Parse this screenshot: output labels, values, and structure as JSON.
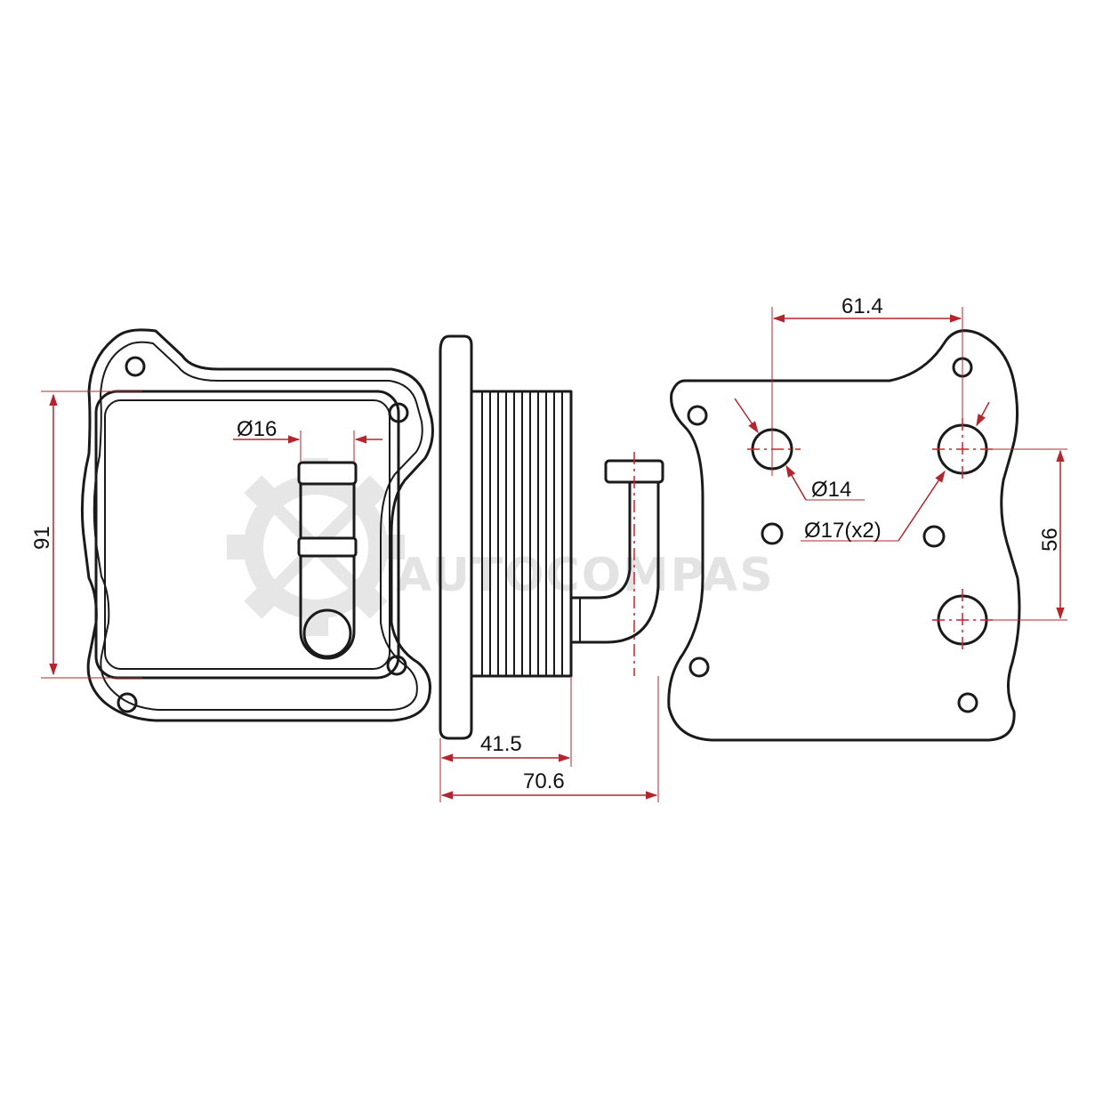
{
  "colors": {
    "outline": "#1a1a1a",
    "dimension": "#b3262d",
    "centerline": "#d11f2a",
    "watermark": "#e3e3e3"
  },
  "watermark": {
    "text": "AUTOCOMPAS",
    "icon": "gear-logo-icon"
  },
  "front_view": {
    "dims": {
      "height": "91",
      "outlet_diameter": "Ø16"
    }
  },
  "side_view": {
    "dims": {
      "core_depth": "41.5",
      "overall_depth": "70.6"
    }
  },
  "back_view": {
    "dims": {
      "port_spacing_horizontal": "61.4",
      "port_spacing_vertical": "56",
      "small_port_diameter": "Ø14",
      "large_port_diameter": "Ø17(x2)"
    }
  }
}
